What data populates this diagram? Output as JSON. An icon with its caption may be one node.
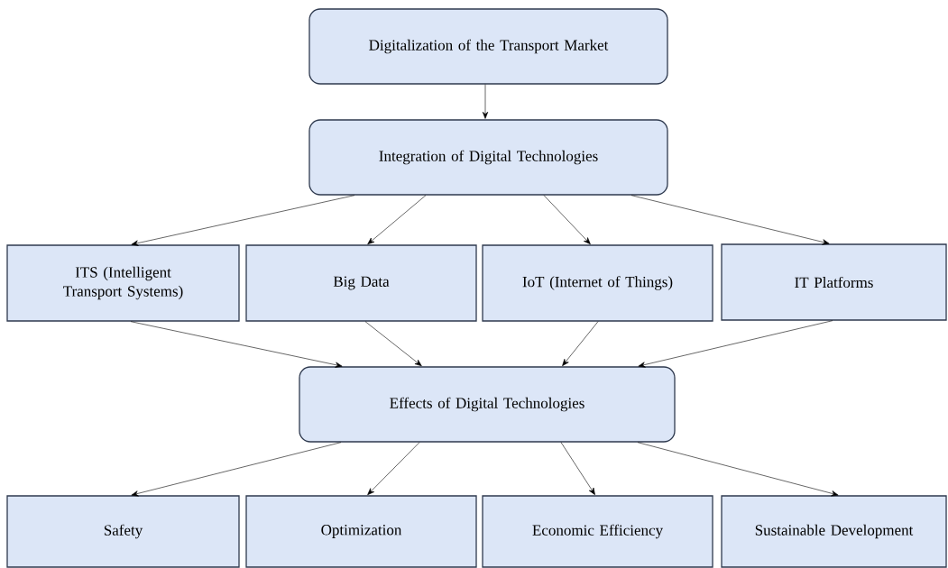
{
  "diagram": {
    "nodes": [
      {
        "text": [
          "Digitalization of the Transport Market"
        ]
      },
      {
        "text": [
          "Integration of Digital Technologies"
        ]
      },
      {
        "text": [
          "ITS (Intelligent Transport Systems)"
        ]
      },
      {
        "text": [
          "Big Data"
        ]
      },
      {
        "text": [
          "IoT (Internet of Things)"
        ]
      },
      {
        "text": [
          "IT Platforms"
        ]
      },
      {
        "text": [
          "Effects of Digital Technologies"
        ]
      },
      {
        "text": [
          "Safety"
        ]
      },
      {
        "text": [
          "Optimization"
        ]
      },
      {
        "text": [
          "Economic Efficiency"
        ]
      },
      {
        "text": [
          "Sustainable Development"
        ]
      }
    ],
    "edges": [
      {
        "from": 0,
        "to": 1,
        "arrow": "to"
      },
      {
        "from": 1,
        "to": 2,
        "arrow": "to"
      },
      {
        "from": 1,
        "to": 3,
        "arrow": "to"
      },
      {
        "from": 1,
        "to": 4,
        "arrow": "to"
      },
      {
        "from": 1,
        "to": 5,
        "arrow": "to"
      },
      {
        "from": 2,
        "to": 6,
        "arrow": "to"
      },
      {
        "from": 3,
        "to": 6,
        "arrow": "to"
      },
      {
        "from": 4,
        "to": 6,
        "arrow": "to"
      },
      {
        "from": 5,
        "to": 6,
        "arrow": "to"
      },
      {
        "from": 6,
        "to": 7,
        "arrow": "to"
      },
      {
        "from": 6,
        "to": 8,
        "arrow": "to"
      },
      {
        "from": 6,
        "to": 9,
        "arrow": "to"
      },
      {
        "from": 6,
        "to": 10,
        "arrow": "to"
      }
    ]
  }
}
